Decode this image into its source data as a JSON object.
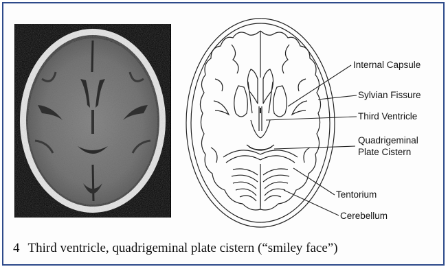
{
  "figure": {
    "labels": {
      "internal_capsule": "Internal Capsule",
      "sylvian_fissure": "Sylvian Fissure",
      "third_ventricle": "Third Ventricle",
      "quadrigeminal_line1": "Quadrigeminal",
      "quadrigeminal_line2": "Plate Cistern",
      "tentorium": "Tentorium",
      "cerebellum": "Cerebellum"
    },
    "caption": {
      "number": "4",
      "text": "Third ventricle, quadrigeminal plate cistern (“smiley face”)"
    },
    "colors": {
      "frame_border": "#2d4a8a",
      "ct_background": "#000000",
      "line": "#222222"
    }
  }
}
